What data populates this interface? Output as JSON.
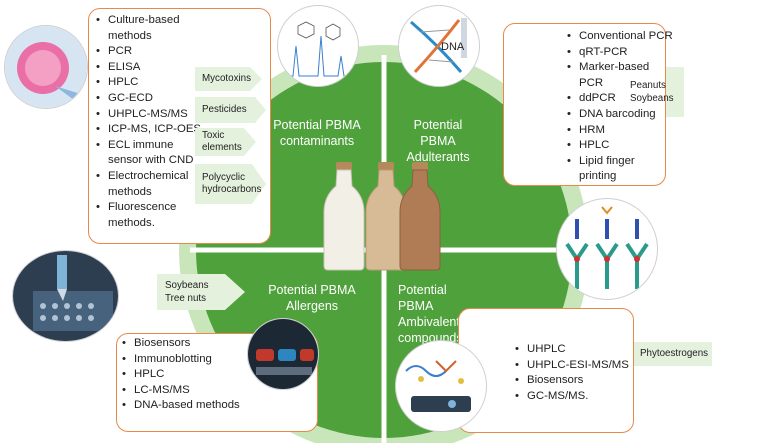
{
  "quadrants": {
    "contaminants": "Potential PBMA contaminants",
    "adulterants": "Potential PBMA Adulterants",
    "allergens": "Potential PBMA Allergens",
    "ambivalent": "Potential PBMA Ambivalent compounds"
  },
  "contaminant_tags": [
    "Mycotoxins",
    "Pesticides",
    "Toxic elements",
    "Polycyclic hydrocarbons"
  ],
  "contaminant_methods": [
    "Culture-based methods",
    "PCR",
    "ELISA",
    "HPLC",
    "GC-ECD",
    "UHPLC-MS/MS",
    "ICP-MS, ICP-OES",
    "ECL immune sensor with CND",
    "Electrochemical methods",
    "Fluorescence methods."
  ],
  "adulterant_tag": "Peanuts Soybeans",
  "adulterant_methods": [
    "Conventional PCR",
    "qRT-PCR",
    "Marker-based PCR",
    "ddPCR",
    "DNA barcoding",
    "HRM",
    "HPLC",
    "Lipid finger printing"
  ],
  "allergen_tag": "Soybeans Tree nuts",
  "allergen_methods": [
    "Biosensors",
    "Immunoblotting",
    "HPLC",
    "LC-MS/MS",
    "DNA-based methods"
  ],
  "ambivalent_tag": "Phytoestrogens",
  "ambivalent_methods": [
    "UHPLC",
    "UHPLC-ESI-MS/MS",
    "Biosensors",
    "GC-MS/MS."
  ],
  "dna_label": "DNA",
  "colors": {
    "green": "#4ea13b",
    "green_light": "#c3e2b4",
    "orange_border": "#e8894a",
    "tag_fill": "#e4f1dd"
  }
}
